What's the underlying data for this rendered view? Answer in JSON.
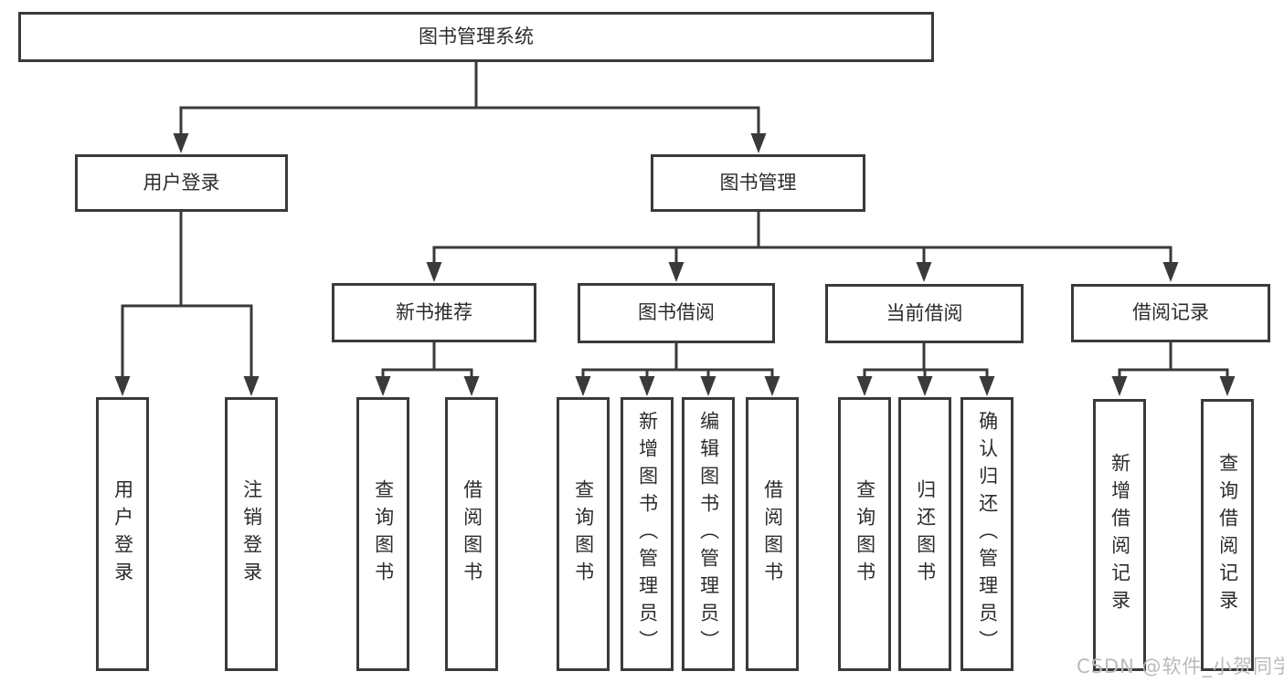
{
  "tree": {
    "root": {
      "label": "图书管理系统",
      "children": [
        {
          "label": "用户登录",
          "children": [
            {
              "label": "用户登录"
            },
            {
              "label": "注销登录"
            }
          ]
        },
        {
          "label": "图书管理",
          "children": [
            {
              "label": "新书推荐",
              "children": [
                {
                  "label": "查询图书"
                },
                {
                  "label": "借阅图书"
                }
              ]
            },
            {
              "label": "图书借阅",
              "children": [
                {
                  "label": "查询图书"
                },
                {
                  "label": "新增图书（管理员）"
                },
                {
                  "label": "编辑图书（管理员）"
                },
                {
                  "label": "借阅图书"
                }
              ]
            },
            {
              "label": "当前借阅",
              "children": [
                {
                  "label": "查询图书"
                },
                {
                  "label": "归还图书"
                },
                {
                  "label": "确认归还（管理员）"
                }
              ]
            },
            {
              "label": "借阅记录",
              "children": [
                {
                  "label": "新增借阅记录"
                },
                {
                  "label": "查询借阅记录"
                }
              ]
            }
          ]
        }
      ]
    }
  },
  "watermark": "CSDN @软件_小贺同学",
  "colors": {
    "line": "#3a3a3a",
    "text": "#2c2c2c",
    "box-bg": "#ffffff",
    "bg": "#ffffff",
    "watermark": "#b9babf"
  }
}
